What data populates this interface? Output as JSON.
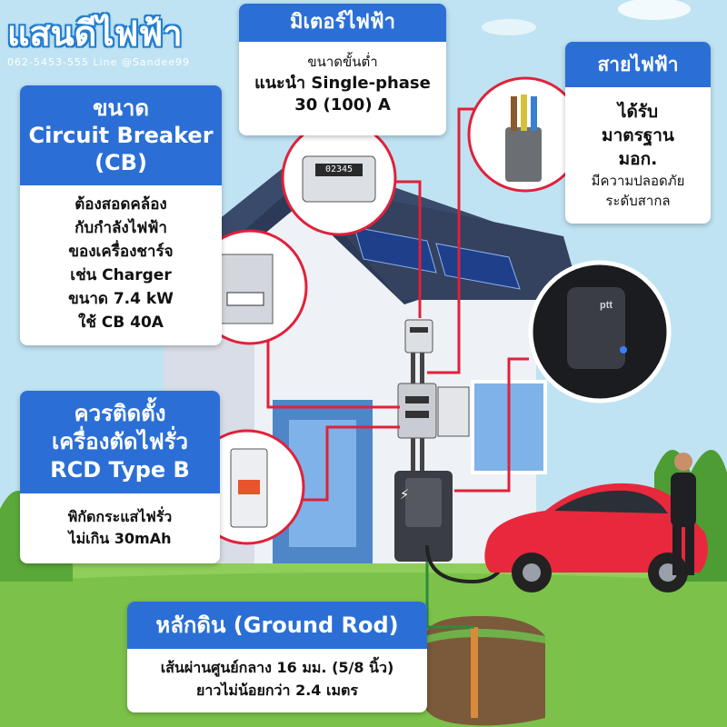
{
  "brand": {
    "name": "แสนดีไฟฟ้า",
    "contact": "062-5453-555 Line @Sandee99"
  },
  "meter": {
    "title": "มิเตอร์ไฟฟ้า",
    "line1": "ขนาดขั้นต่ำ",
    "line2": "แนะนำ Single-phase",
    "line3": "30 (100) A",
    "display_digits": "02345"
  },
  "wire": {
    "title": "สายไฟฟ้า",
    "line1": "ได้รับ",
    "line2": "มาตรฐาน",
    "line3": "มอก.",
    "line4": "มีความปลอดภัย",
    "line5": "ระดับสากล"
  },
  "circuit_breaker": {
    "title1": "ขนาด",
    "title2": "Circuit Breaker",
    "title3": "(CB)",
    "line1": "ต้องสอดคล้อง",
    "line2": "กับกำลังไฟฟ้า",
    "line3": "ของเครื่องชาร์จ",
    "line4": "เช่น Charger",
    "line5": "ขนาด 7.4 kW",
    "line6": "ใช้ CB 40A"
  },
  "rcd": {
    "title1": "ควรติดตั้ง",
    "title2": "เครื่องตัดไฟรั่ว",
    "title3": "RCD Type B",
    "line1": "พิกัดกระแสไฟรั่ว",
    "line2": "ไม่เกิน 30mAh"
  },
  "ground": {
    "title": "หลักดิน (Ground Rod)",
    "line1": "เส้นผ่านศูนย์กลาง 16 มม. (5/8 นิ้ว)",
    "line2": "ยาวไม่น้อยกว่า 2.4 เมตร"
  },
  "charger": {
    "logo": "ptt"
  },
  "colors": {
    "card_header": "#2b6fd6",
    "connector": "#e0213a",
    "car": "#e8283c",
    "grass": "#8fce5a",
    "sky": "#bfe3f2"
  }
}
